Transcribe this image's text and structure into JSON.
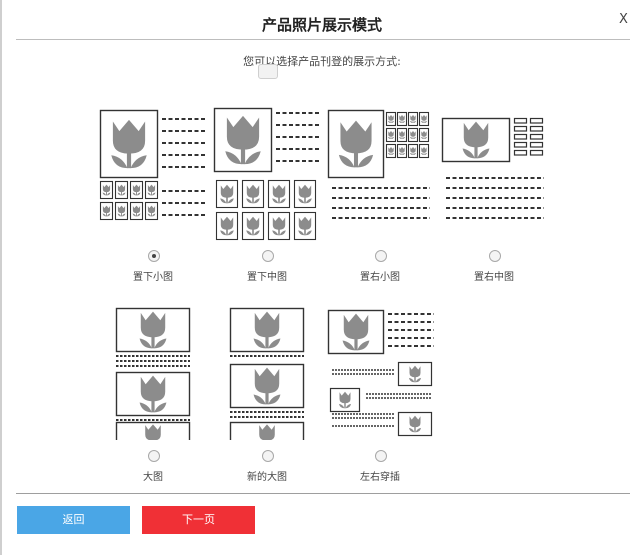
{
  "dialog": {
    "title": "产品照片展示模式",
    "close_label": "X",
    "subtitle": "您可以选择产品刊登的展示方式:"
  },
  "options": [
    {
      "id": "bottom-small",
      "label": "置下小图",
      "selected": true
    },
    {
      "id": "bottom-medium",
      "label": "置下中图",
      "selected": false
    },
    {
      "id": "right-small",
      "label": "置右小图",
      "selected": false
    },
    {
      "id": "right-medium",
      "label": "置右中图",
      "selected": false
    },
    {
      "id": "large",
      "label": "大图",
      "selected": false
    },
    {
      "id": "new-large",
      "label": "新的大图",
      "selected": false
    },
    {
      "id": "alternate",
      "label": "左右穿插",
      "selected": false
    }
  ],
  "buttons": {
    "back_label": "返回",
    "next_label": "下一页"
  },
  "colors": {
    "icon_gray": "#8c8c8c",
    "frame": "#333333",
    "back_button": "#4aa6e6",
    "next_button": "#f03036"
  },
  "icons": {
    "photo": "tulip-photo-icon",
    "text": "text-lines-icon"
  }
}
